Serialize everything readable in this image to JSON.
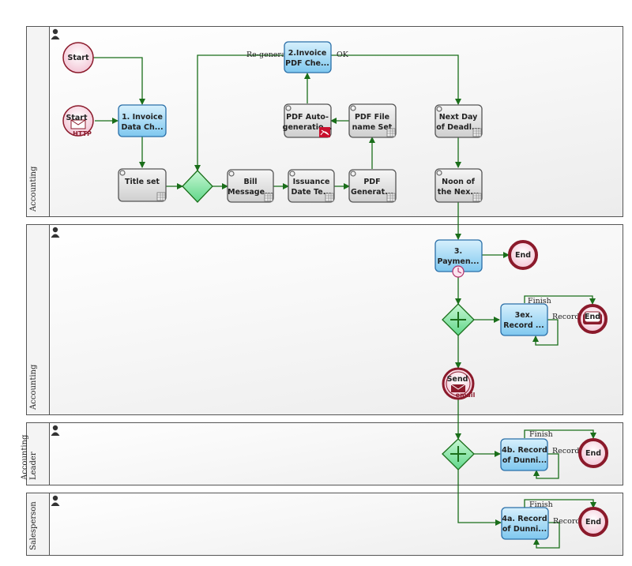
{
  "lanes": [
    {
      "label": "Accounting"
    },
    {
      "label": "Accounting"
    },
    {
      "label": "Accounting\nLeader"
    },
    {
      "label": "Salesperson"
    }
  ],
  "events": {
    "start1": "Start",
    "start2": "Start",
    "start2_sub": "HTTP",
    "end1": "End",
    "end_cancel": "End",
    "send_email": "Send",
    "send_email_sub": "email",
    "end_leader": "End",
    "end_sales": "End"
  },
  "tasks": {
    "invoice_data": [
      "1. Invoice",
      "Data Ch..."
    ],
    "invoice_pdf": [
      "2.Invoice",
      "PDF Che..."
    ],
    "title_set": [
      "Title set"
    ],
    "pdf_autogen": [
      "PDF Auto-",
      "generatio..."
    ],
    "pdf_filename": [
      "PDF File",
      "name Set"
    ],
    "next_day": [
      "Next Day",
      "of Deadl..."
    ],
    "bill_message": [
      "Bill",
      "Message..."
    ],
    "issuance_date": [
      "Issuance",
      "Date Te..."
    ],
    "pdf_generate": [
      "PDF",
      "Generat..."
    ],
    "noon_next": [
      "Noon of",
      "the Nex..."
    ],
    "payment": [
      "3.",
      "Paymen..."
    ],
    "record_3ex": [
      "3ex.",
      "Record ..."
    ],
    "record_4b": [
      "4b. Record",
      "of Dunni..."
    ],
    "record_4a": [
      "4a. Record",
      "of Dunni..."
    ]
  },
  "edge_labels": {
    "regenerate": "Re-generate",
    "ok": "OK",
    "finish_3ex": "Finish",
    "record_3ex": "Record",
    "finish_4b": "Finish",
    "record_4b": "Record",
    "finish_4a": "Finish",
    "record_4a": "Record"
  },
  "colors": {
    "human_task": "#a8dcf5",
    "system_task": "#dcdcdc",
    "flow": "#1a6e1a",
    "event_ring": "#8b1a2b",
    "gateway": "#8ee8a8"
  }
}
